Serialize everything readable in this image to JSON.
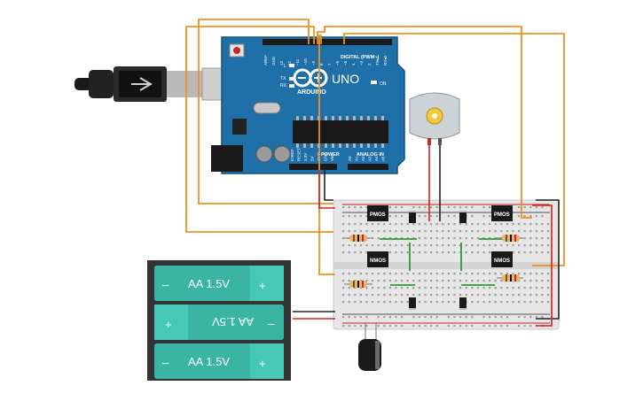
{
  "arduino": {
    "brand": "ARDUINO",
    "model": "UNO",
    "digital_label": "DIGITAL (PWM~)",
    "power_label": "POWER",
    "analog_label": "ANALOG IN",
    "on_label": "ON",
    "led_l": "L",
    "led_tx": "TX",
    "led_rx": "RX",
    "top_pins": [
      "AREF",
      "GND",
      "13",
      "12",
      "~11",
      "~10",
      "~9",
      "8",
      "7",
      "~6",
      "~5",
      "4",
      "~3",
      "2",
      "TX▸1",
      "RX◂0"
    ],
    "power_pins": [
      "IOREF",
      "RESET",
      "3.3V",
      "5V",
      "GND",
      "GND",
      "Vin"
    ],
    "analog_pins": [
      "A0",
      "A1",
      "A2",
      "A3",
      "A4",
      "A5"
    ]
  },
  "mosfets": {
    "top_left": "PMOS",
    "top_right": "PMOS",
    "bottom_left": "NMOS",
    "bottom_right": "NMOS"
  },
  "battery": {
    "cell1": "AA 1.5V",
    "cell2": "AA 1.5V",
    "cell3": "AA 1.5V",
    "plus": "+",
    "minus": "–"
  },
  "colors": {
    "board_blue": "#1f6fa8",
    "wire_orange": "#f0901e",
    "wire_black": "#222222",
    "wire_red": "#d72020",
    "wire_green": "#2aa02a",
    "battery_teal": "#3ab5a4",
    "battery_case": "#333333",
    "breadboard": "#e6e6e6"
  }
}
